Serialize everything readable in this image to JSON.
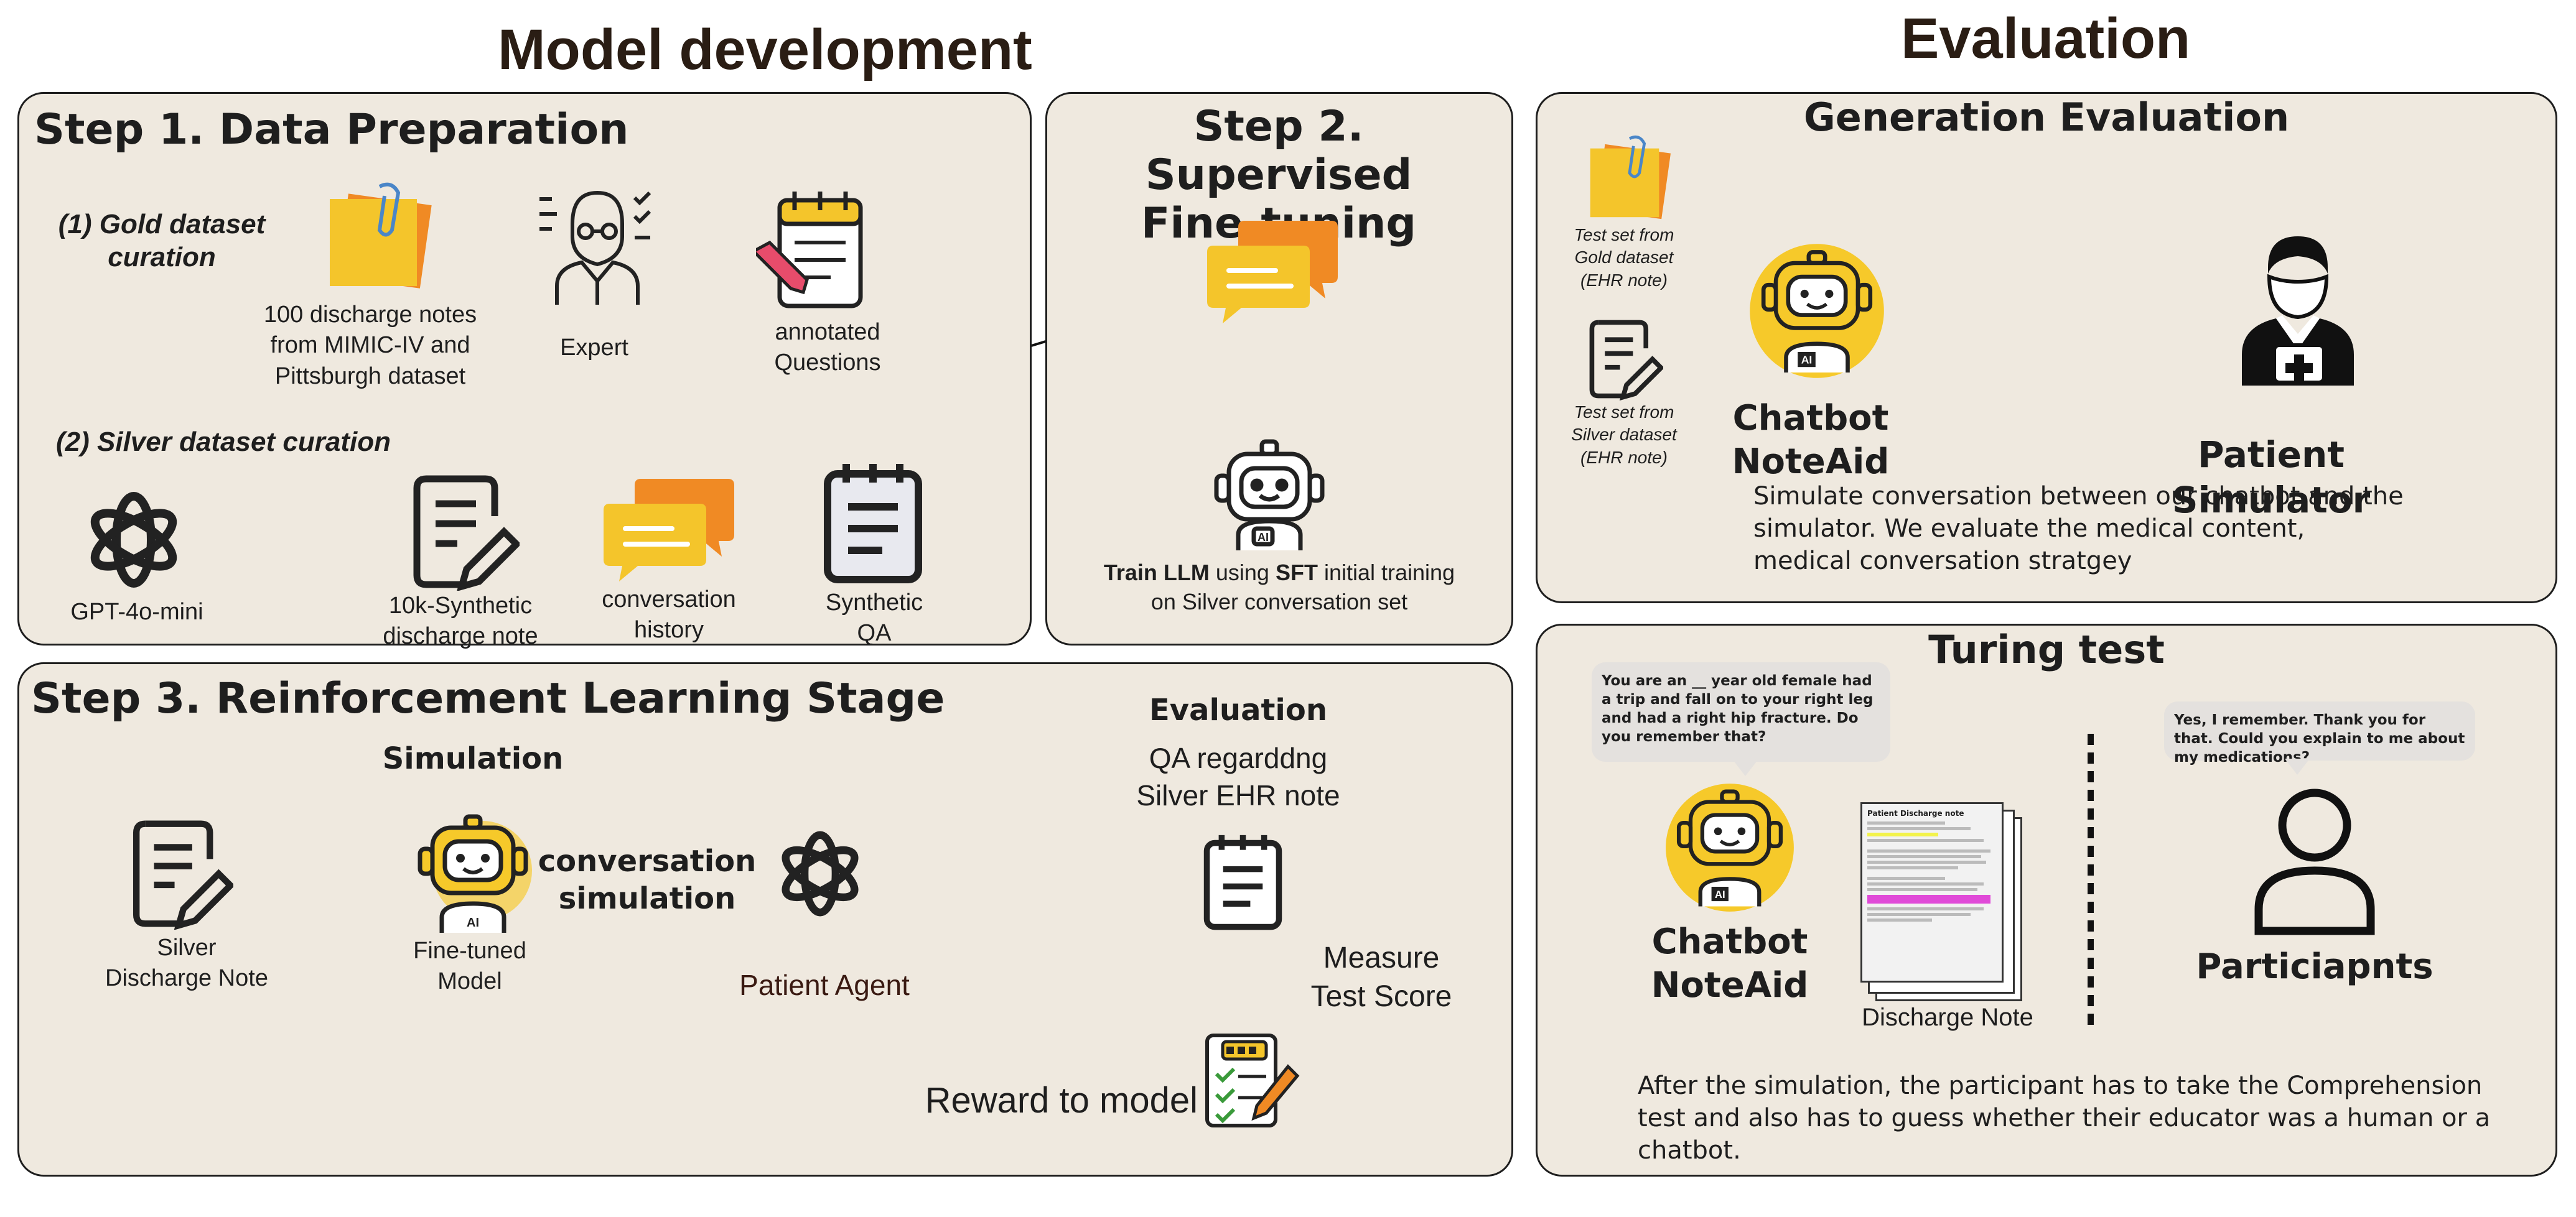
{
  "headings": {
    "model_development": "Model development",
    "evaluation": "Evaluation"
  },
  "step1": {
    "title": "Step 1. Data Preparation",
    "gold_label": "(1) Gold dataset\ncuration",
    "gold_notes": "100 discharge notes\nfrom MIMIC-IV and\nPittsburgh dataset",
    "expert": "Expert",
    "annotated": "annotated\nQuestions",
    "silver_label": "(2) Silver dataset curation",
    "gpt": "GPT-4o-mini",
    "synthetic_note": "10k-Synthetic\ndischarge note",
    "conversation_history": "conversation\nhistory",
    "synthetic_qa": "Synthetic\nQA"
  },
  "step2": {
    "title": "Step 2. Supervised\nFine-tuning",
    "caption_bold1": "Train LLM",
    "caption_mid": " using ",
    "caption_bold2": "SFT",
    "caption_rest": " initial training",
    "caption_line2": "on Silver conversation set"
  },
  "step3": {
    "title": "Step 3. Reinforcement Learning Stage",
    "simulation": "Simulation",
    "silver_note": "Silver\nDischarge Note",
    "finetuned": "Fine-tuned\nModel",
    "conversation_sim": "conversation\nsimulation",
    "patient_agent": "Patient Agent",
    "evaluation": "Evaluation",
    "qa": "QA regarddng\nSilver EHR note",
    "measure": "Measure\nTest Score",
    "reward": "Reward to model"
  },
  "generation": {
    "title": "Generation Evaluation",
    "test_gold": "Test set from\nGold dataset\n(EHR note)",
    "test_silver": "Test set from\nSilver dataset\n(EHR note)",
    "chatbot": "Chatbot\nNoteAid",
    "patient_sim": "Patient Simulator",
    "description": "Simulate conversation between our chatbot and the simulator. We evaluate the medical content, medical conversation stratgey"
  },
  "turing": {
    "title": "Turing test",
    "bubble_left": "You are an __ year old female had a trip and fall on to your right leg and had a right hip fracture. Do you remember that?",
    "bubble_right": "Yes, I remember. Thank you for that. Could you explain to me about my medications?",
    "chatbot": "Chatbot\nNoteAid",
    "discharge_note": "Discharge Note",
    "doc_title": "Patient Discharge note",
    "participants": "Particiapnts",
    "description": "After the simulation, the participant has to take the Comprehension test and also has to guess whether their educator was a human or a chatbot."
  },
  "colors": {
    "panel_bg": "#efe9df",
    "robot_yellow": "#f6c92a",
    "note_yellow": "#f4c52b",
    "bubble_orange": "#f08a24",
    "heading_brown": "#2a1d14"
  },
  "icons": [
    "expert-icon",
    "sticky-note-icon",
    "notepad-pencil-icon",
    "openai-logo-icon",
    "document-pencil-icon",
    "chat-bubbles-icon",
    "clipboard-icon",
    "robot-icon",
    "doctor-icon",
    "person-icon",
    "checklist-icon"
  ]
}
